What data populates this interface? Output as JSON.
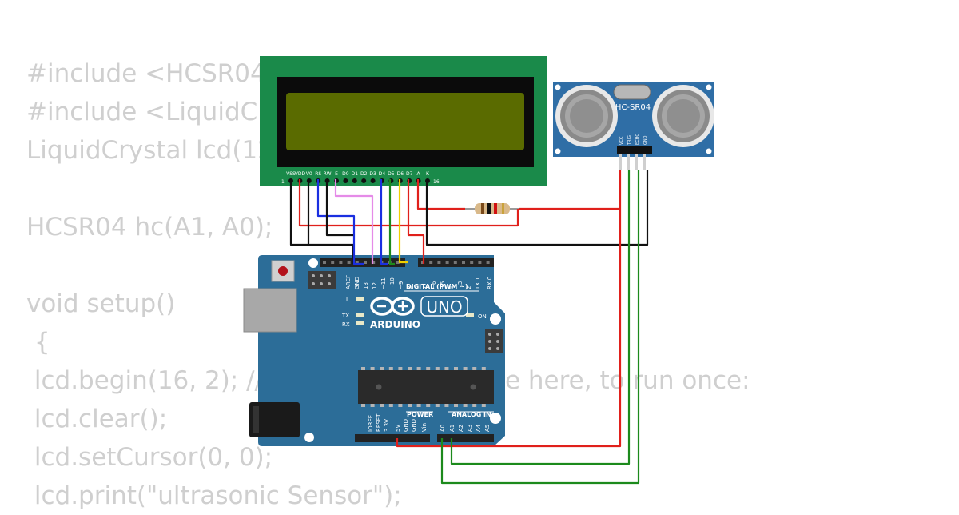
{
  "code_lines": [
    "#include <HCSR04.h>",
    "#include <LiquidCrystal.h>",
    "LiquidCrystal lcd(12, 11, 5, 4, 3, 2);",
    "",
    "HCSR04 hc(A1, A0);",
    "",
    "void setup()",
    " {",
    " lcd.begin(16, 2); // put your setup code here, to run once:",
    " lcd.clear();",
    " lcd.setCursor(0, 0);",
    " lcd.print(\"ultrasonic Sensor\");"
  ],
  "lcd": {
    "pin_labels": [
      "VSS",
      "VDD",
      "V0",
      "RS",
      "RW",
      "E",
      "D0",
      "D1",
      "D2",
      "D3",
      "D4",
      "D5",
      "D6",
      "D7",
      "A",
      "K"
    ],
    "pin_first": "1",
    "pin_last": "16"
  },
  "sensor": {
    "label": "HC-SR04",
    "pin_labels": [
      "VCC",
      "TRIG",
      "ECHO",
      "GND"
    ]
  },
  "arduino": {
    "brand": "ARDUINO",
    "model": "UNO",
    "digital_label": "DIGITAL (PWM ~)",
    "power_label": "POWER",
    "analog_label": "ANALOG IN",
    "led_l": "L",
    "led_tx": "TX",
    "led_rx": "RX",
    "led_on": "ON",
    "top_pins": [
      "AREF",
      "GND",
      "13",
      "12",
      "~11",
      "~10",
      "~9",
      "8",
      "7",
      "~6",
      "~5",
      "4",
      "~3",
      "2",
      "TX 1",
      "RX 0"
    ],
    "bottom_pins": [
      "IOREF",
      "RESET",
      "3.3V",
      "5V",
      "GND",
      "GND",
      "Vin",
      "A0",
      "A1",
      "A2",
      "A3",
      "A4",
      "A5"
    ]
  },
  "colors": {
    "board": "#2c6d98",
    "lcd_pcb": "#1a8a4a",
    "lcd_screen": "#5a6b00",
    "sensor": "#2f6ea6",
    "wire_red": "#e0201b",
    "wire_black": "#111111",
    "wire_blue": "#1a2fe0",
    "wire_pink": "#e58be8",
    "wire_green": "#1c8a1c",
    "wire_yellow": "#f0d000"
  }
}
